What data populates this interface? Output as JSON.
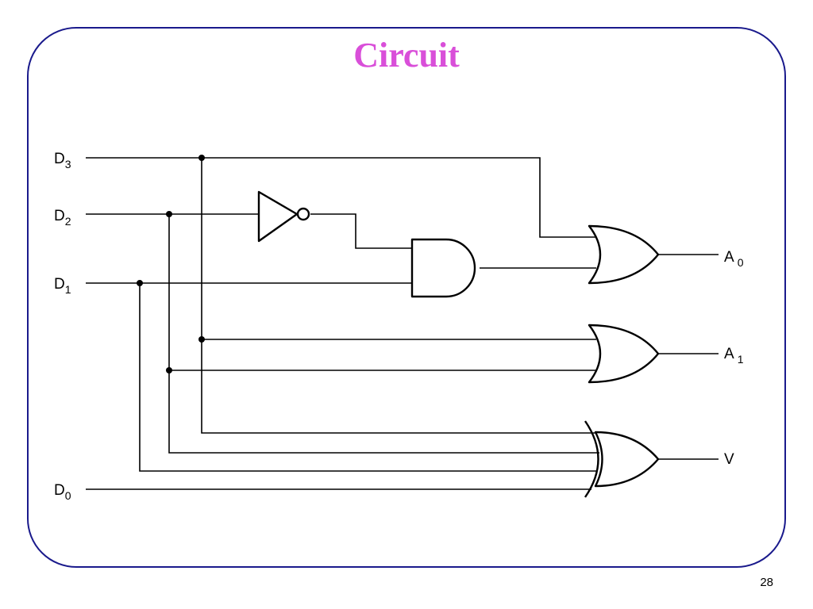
{
  "title": "Circuit",
  "page_number": "28",
  "colors": {
    "title": "#d94fd9",
    "frame": "#1a1a8c"
  },
  "inputs": [
    {
      "main": "D",
      "sub": "3"
    },
    {
      "main": "D",
      "sub": "2"
    },
    {
      "main": "D",
      "sub": "1"
    },
    {
      "main": "D",
      "sub": "0"
    }
  ],
  "outputs": [
    {
      "main": "A",
      "sub": "0"
    },
    {
      "main": "A",
      "sub": "1"
    },
    {
      "main": "V",
      "sub": ""
    }
  ]
}
